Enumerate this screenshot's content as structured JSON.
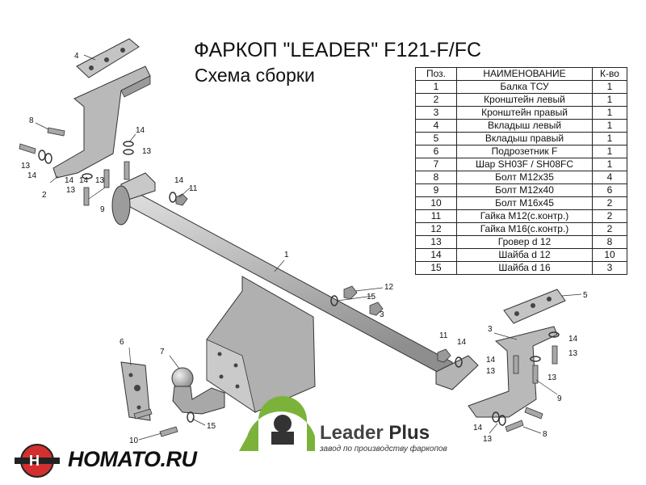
{
  "header": {
    "title": "ФАРКОП \"LEADER\" F121-F/FC",
    "subtitle": "Схема сборки"
  },
  "parts_table": {
    "columns": [
      "Поз.",
      "НАИМЕНОВАНИЕ",
      "К-во"
    ],
    "rows": [
      {
        "pos": "1",
        "name": "Балка ТСУ",
        "qty": "1"
      },
      {
        "pos": "2",
        "name": "Кронштейн левый",
        "qty": "1"
      },
      {
        "pos": "3",
        "name": "Кронштейн правый",
        "qty": "1"
      },
      {
        "pos": "4",
        "name": "Вкладыш левый",
        "qty": "1"
      },
      {
        "pos": "5",
        "name": "Вкладыш правый",
        "qty": "1"
      },
      {
        "pos": "6",
        "name": "Подрозетник F",
        "qty": "1"
      },
      {
        "pos": "7",
        "name": "Шар SH03F / SH08FC",
        "qty": "1"
      },
      {
        "pos": "8",
        "name": "Болт М12х35",
        "qty": "4"
      },
      {
        "pos": "9",
        "name": "Болт М12х40",
        "qty": "6"
      },
      {
        "pos": "10",
        "name": "Болт М16х45",
        "qty": "2"
      },
      {
        "pos": "11",
        "name": "Гайка М12(с.контр.)",
        "qty": "2"
      },
      {
        "pos": "12",
        "name": "Гайка М16(с.контр.)",
        "qty": "2"
      },
      {
        "pos": "13",
        "name": "Гровер d 12",
        "qty": "8"
      },
      {
        "pos": "14",
        "name": "Шайба d 12",
        "qty": "10"
      },
      {
        "pos": "15",
        "name": "Шайба d 16",
        "qty": "3"
      }
    ]
  },
  "callouts": [
    {
      "id": "c4",
      "text": "4"
    },
    {
      "id": "c8",
      "text": "8"
    },
    {
      "id": "c13a",
      "text": "13"
    },
    {
      "id": "c14a",
      "text": "14"
    },
    {
      "id": "c2",
      "text": "2"
    },
    {
      "id": "c14b",
      "text": "14"
    },
    {
      "id": "c13b",
      "text": "13"
    },
    {
      "id": "c14c",
      "text": "14"
    },
    {
      "id": "c13c",
      "text": "13"
    },
    {
      "id": "c14d",
      "text": "14"
    },
    {
      "id": "c13d",
      "text": "13"
    },
    {
      "id": "c9a",
      "text": "9"
    },
    {
      "id": "c14e",
      "text": "14"
    },
    {
      "id": "c11a",
      "text": "11"
    },
    {
      "id": "c1",
      "text": "1"
    },
    {
      "id": "c12",
      "text": "12"
    },
    {
      "id": "c15a",
      "text": "15"
    },
    {
      "id": "c3a",
      "text": "3"
    },
    {
      "id": "c6",
      "text": "6"
    },
    {
      "id": "c7",
      "text": "7"
    },
    {
      "id": "c11b",
      "text": "11"
    },
    {
      "id": "c14f",
      "text": "14"
    },
    {
      "id": "c5",
      "text": "5"
    },
    {
      "id": "c3b",
      "text": "3"
    },
    {
      "id": "c14g",
      "text": "14"
    },
    {
      "id": "c13e",
      "text": "13"
    },
    {
      "id": "c14h",
      "text": "14"
    },
    {
      "id": "c13f",
      "text": "13"
    },
    {
      "id": "c9b",
      "text": "9"
    },
    {
      "id": "c13g",
      "text": "13"
    },
    {
      "id": "c14i",
      "text": "14"
    },
    {
      "id": "c13h",
      "text": "13"
    },
    {
      "id": "c8b",
      "text": "8"
    },
    {
      "id": "c15b",
      "text": "15"
    },
    {
      "id": "c10",
      "text": "10"
    }
  ],
  "branding": {
    "leader_text": "Leader",
    "plus_text": "Plus",
    "leader_tagline": "завод по производству фаркопов",
    "site_text": "HOMATO.RU"
  },
  "colors": {
    "metal": "#b7b7b7",
    "metal_dark": "#8c8c8c",
    "outline": "#333333",
    "leader_green": "#7bb33a",
    "homato_red": "#d32f2f"
  }
}
